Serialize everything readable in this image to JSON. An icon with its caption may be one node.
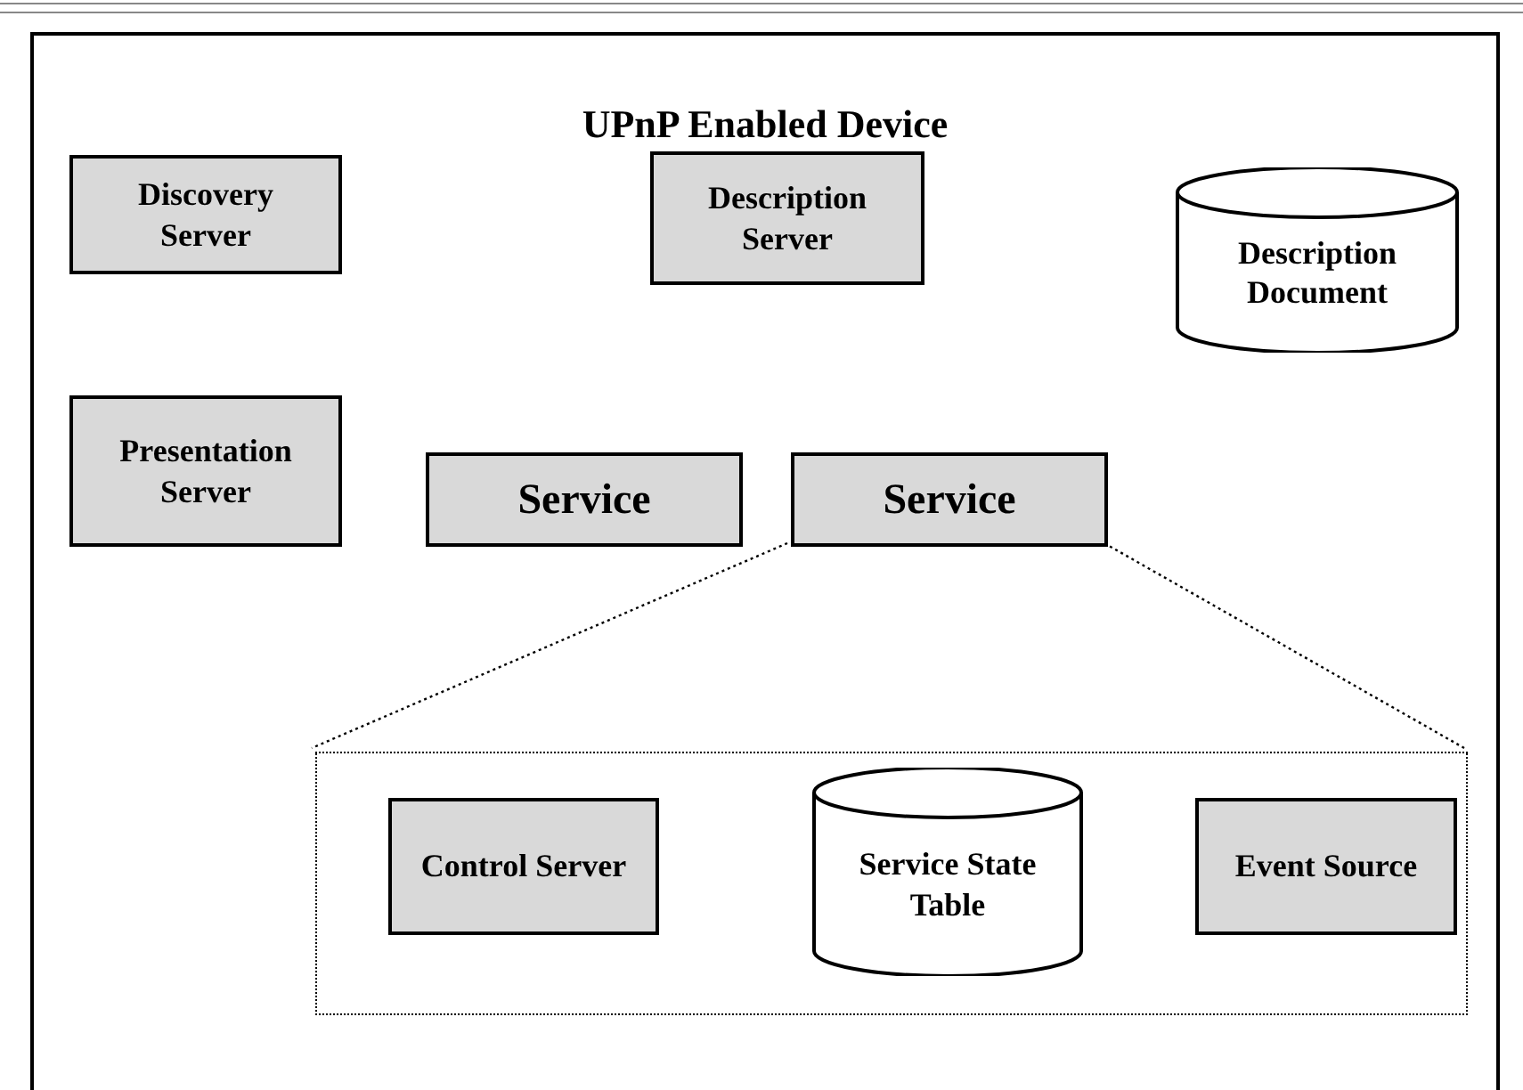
{
  "diagram": {
    "nodes": [
      {
        "text": [
          "UPnP Enabled Device"
        ]
      },
      {
        "text": [
          "Discovery Server"
        ],
        "in": 0
      },
      {
        "text": [
          "Description Server"
        ],
        "in": 0
      },
      {
        "text": [
          "Description Document"
        ],
        "in": 0
      },
      {
        "text": [
          "Presentation Server"
        ],
        "in": 0
      },
      {
        "text": [
          "Service"
        ],
        "in": 0
      },
      {
        "text": [
          "Service"
        ],
        "in": 0
      },
      {
        "text": [],
        "shape": "box",
        "in": 0
      },
      {
        "text": [
          "Control Server"
        ],
        "in": 7
      },
      {
        "text": [
          "Service State Table"
        ],
        "in": 7
      },
      {
        "text": [
          "Event Source"
        ],
        "in": 7
      }
    ],
    "edges": [
      {
        "from": 6,
        "to": 7,
        "arrow": "none",
        "style": "dashed"
      },
      {
        "from": 6,
        "to": 7,
        "arrow": "none",
        "style": "dashed"
      }
    ]
  }
}
